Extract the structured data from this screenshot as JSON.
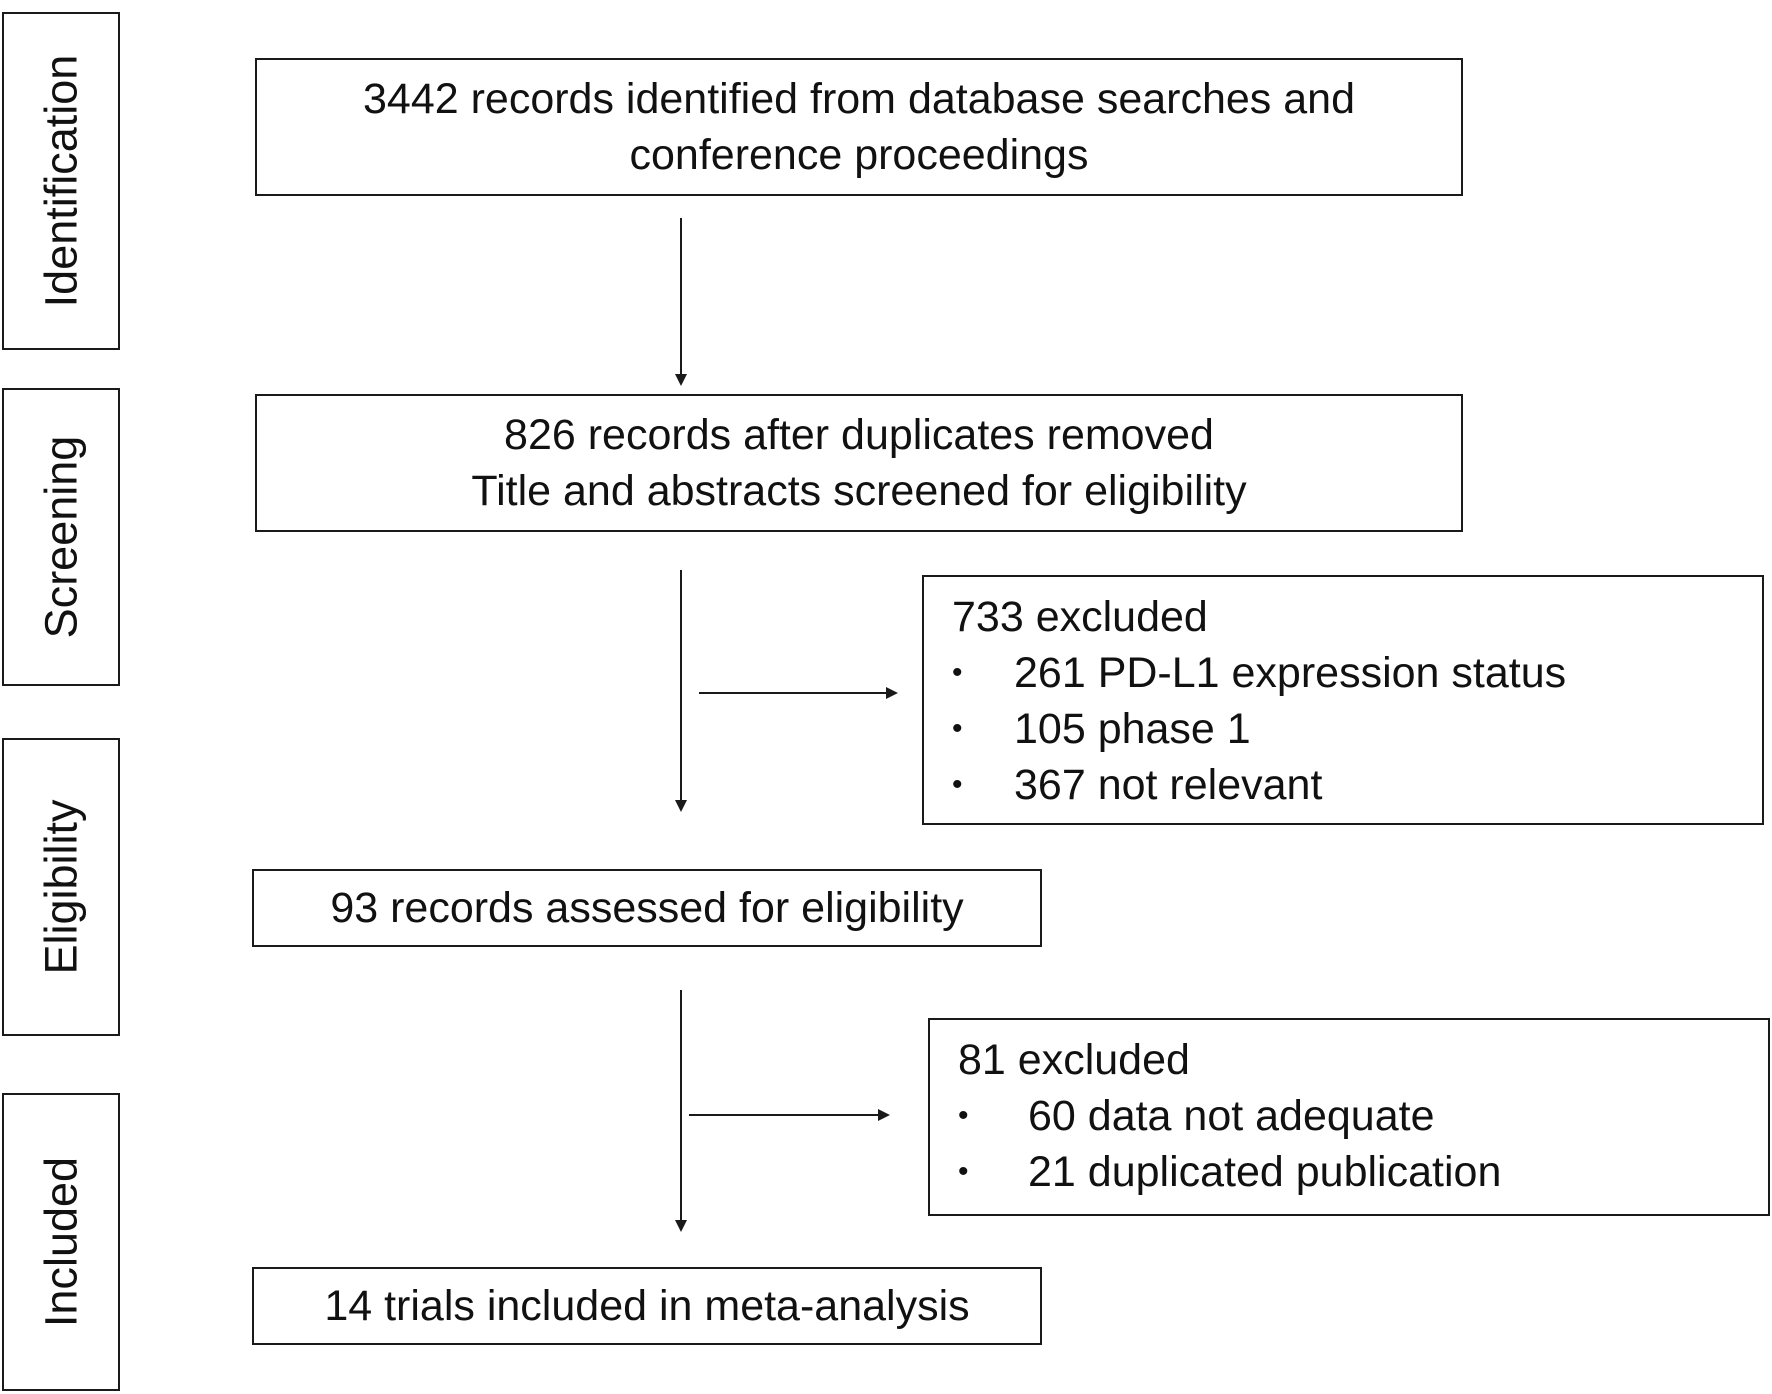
{
  "stages": [
    {
      "key": "identification",
      "label": "Identification"
    },
    {
      "key": "screening",
      "label": "Screening"
    },
    {
      "key": "eligibility",
      "label": "Eligibility"
    },
    {
      "key": "included",
      "label": "Included"
    }
  ],
  "boxes": {
    "identified": {
      "line1": "3442 records identified from database searches and",
      "line2": "conference proceedings"
    },
    "screened": {
      "line1": "826 records after duplicates removed",
      "line2": "Title and abstracts screened for eligibility"
    },
    "excluded_1": {
      "header": "733 excluded",
      "items": [
        "261 PD-L1 expression status",
        "105 phase 1",
        "367 not relevant"
      ]
    },
    "assessed": {
      "line1": "93 records assessed for eligibility"
    },
    "excluded_2": {
      "header": "81 excluded",
      "items": [
        "60 data not adequate",
        "21 duplicated publication"
      ]
    },
    "included": {
      "line1": "14 trials included in meta-analysis"
    }
  },
  "bullet_glyph": "•",
  "colors": {
    "line": "#1a1a1a",
    "background": "#ffffff",
    "text": "#111111"
  }
}
